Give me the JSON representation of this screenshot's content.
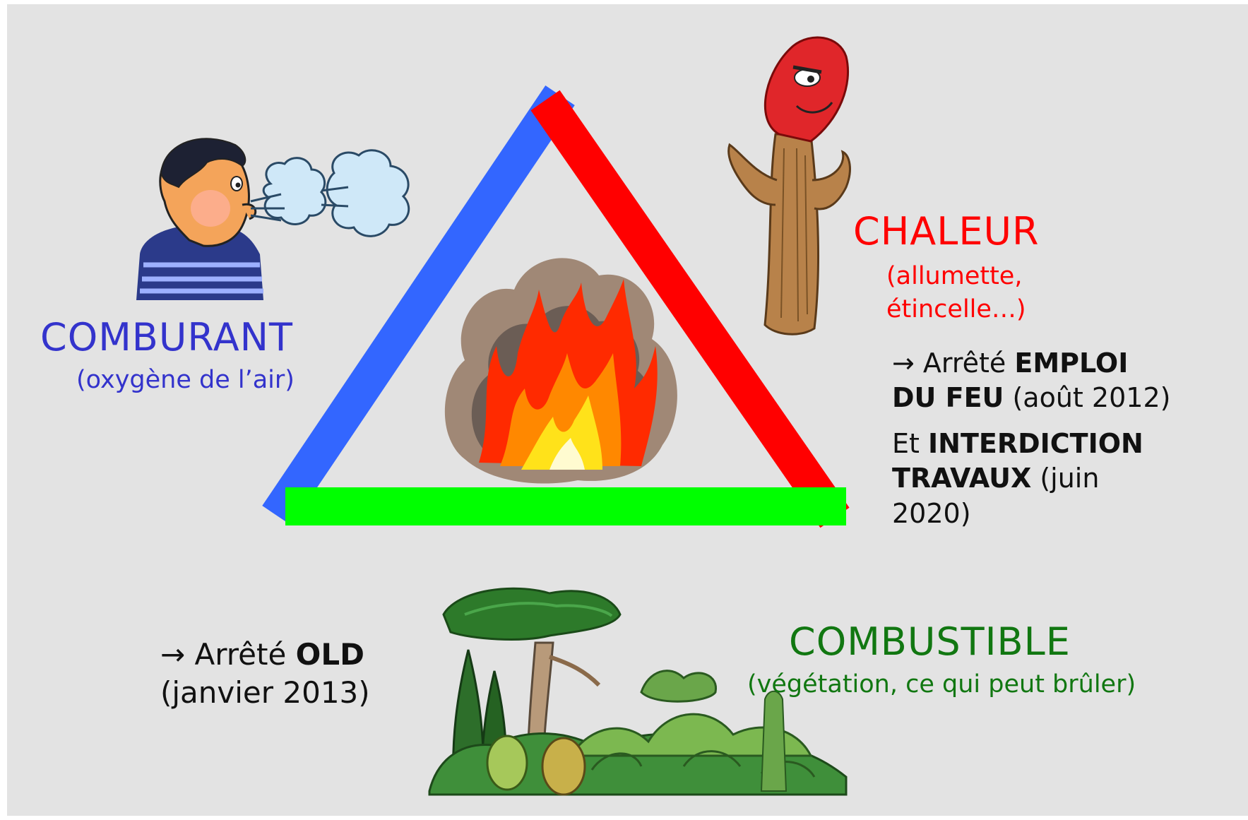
{
  "colors": {
    "background": "#e3e3e3",
    "comburant": "#3333cc",
    "chaleur": "#ff0000",
    "combustible": "#117711",
    "side_comburant": "#3366ff",
    "side_chaleur": "#ff0000",
    "side_combustible": "#00ff00"
  },
  "icons": {
    "comburant": "person-blowing-icon",
    "chaleur": "angry-match-icon",
    "combustible": "vegetation-icon",
    "center": "fire-icon"
  },
  "comburant": {
    "title": "COMBURANT",
    "subtitle": "(oxygène de l’air)"
  },
  "chaleur": {
    "title": "CHALEUR",
    "subtitle_line1": "(allumette,",
    "subtitle_line2": "étincelle…)",
    "rule1": {
      "prefix": "→ Arrêté ",
      "bold1": "EMPLOI",
      "bold2": "DU FEU",
      "suffix": " (août 2012)"
    },
    "rule2": {
      "prefix": "Et ",
      "bold1": "INTERDICTION",
      "bold2": "TRAVAUX",
      "suffix1": " (juin",
      "suffix2": "2020)"
    }
  },
  "combustible": {
    "title": "COMBUSTIBLE",
    "subtitle": "(végétation, ce qui peut brûler)",
    "rule": {
      "prefix": "→ Arrêté ",
      "bold": "OLD",
      "line2": "(janvier 2013)"
    }
  }
}
